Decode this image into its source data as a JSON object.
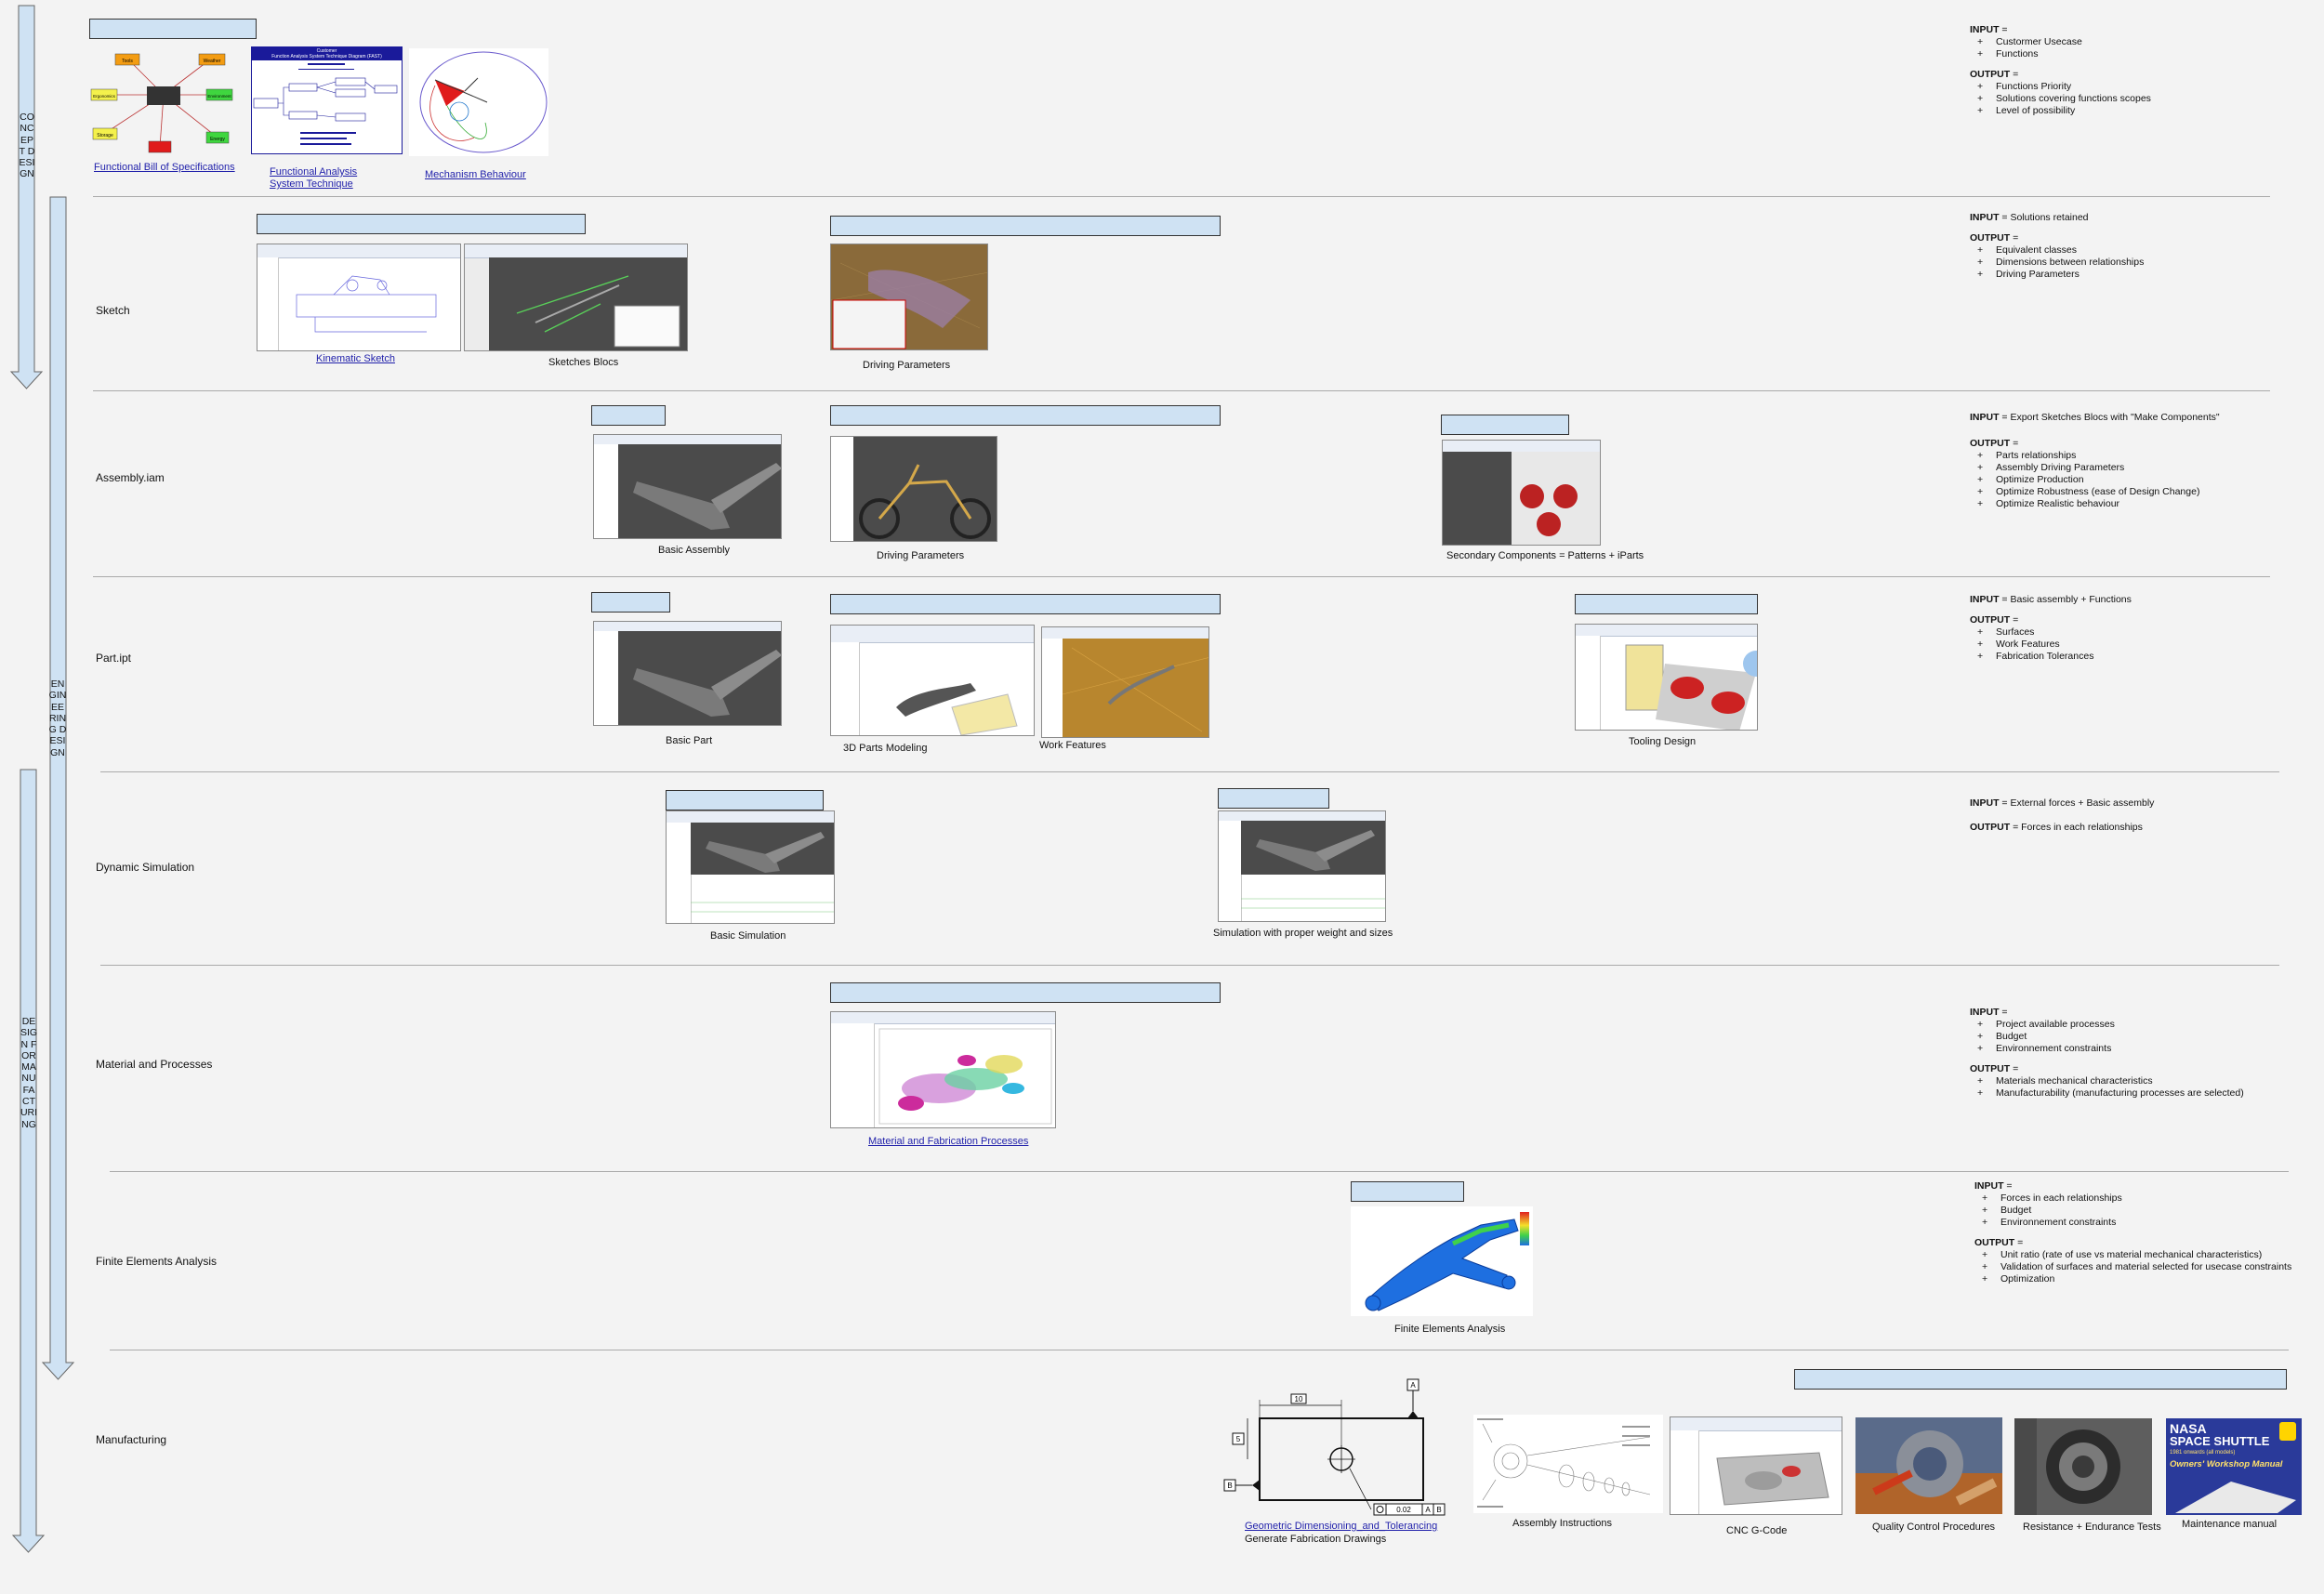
{
  "phases": {
    "concept": "Concept Design",
    "engineering": "Engineering Design",
    "manufacturing": "Design for Manufacturing"
  },
  "rows": {
    "sketch": "Sketch",
    "assembly": "Assembly.iam",
    "part": "Part.ipt",
    "dynamic": "Dynamic Simulation",
    "material": "Material and Processes",
    "fea": "Finite Elements Analysis",
    "manufacturing": "Manufacturing"
  },
  "captions": {
    "fbs": "Functional Bill of Specifications",
    "fast1": "Functional Analysis",
    "fast2": "System Technique",
    "mechanism": "Mechanism Behaviour",
    "kinematic": "Kinematic Sketch",
    "sketches_blocs": "Sketches Blocs",
    "driving_params_sketch": "Driving Parameters",
    "basic_assembly": "Basic Assembly",
    "driving_params_asm": "Driving Parameters",
    "secondary": "Secondary Components =  Patterns + iParts",
    "basic_part": "Basic Part",
    "parts_modeling": "3D Parts Modeling",
    "work_features": "Work Features",
    "tooling": "Tooling Design",
    "basic_sim": "Basic Simulation",
    "proper_sim": "Simulation with proper weight and sizes",
    "material_fab": "Material and Fabrication Processes",
    "fea": "Finite Elements Analysis",
    "gdt": "Geometric Dimensioning_and_Tolerancing",
    "gen_drawings": "Generate Fabrication Drawings",
    "assembly_instr": "Assembly Instructions",
    "cnc": "CNC G-Code",
    "qc": "Quality Control Procedures",
    "resistance": "Resistance + Endurance  Tests",
    "maintenance": "Maintenance manual"
  },
  "io": {
    "concept": {
      "input_label": "INPUT",
      "input_items": [
        "Custormer Usecase",
        "Functions"
      ],
      "output_label": "OUTPUT",
      "output_items": [
        "Functions Priority",
        "Solutions covering functions scopes",
        "Level of possibility"
      ]
    },
    "sketch": {
      "input_label": "INPUT",
      "input_text": " = Solutions retained",
      "output_label": "OUTPUT",
      "output_items": [
        "Equivalent classes",
        "Dimensions between relationships",
        "Driving Parameters"
      ]
    },
    "assembly": {
      "input_label": "INPUT",
      "input_text": " = Export Sketches Blocs with \"Make Components\"",
      "output_label": "OUTPUT",
      "output_items": [
        "Parts relationships",
        "Assembly Driving Parameters",
        "Optimize Production",
        "Optimize  Robustness (ease of Design Change)",
        "Optimize Realistic behaviour"
      ]
    },
    "part": {
      "input_label": "INPUT",
      "input_text": " = Basic assembly + Functions",
      "output_label": "OUTPUT",
      "output_items": [
        "Surfaces",
        "Work Features",
        "Fabrication Tolerances"
      ]
    },
    "dynamic": {
      "input_label": "INPUT",
      "input_text": " = External forces + Basic assembly",
      "output_label": "OUTPUT",
      "output_text": " = Forces in each relationships"
    },
    "material": {
      "input_label": "INPUT",
      "input_items": [
        "Project available processes",
        "Budget",
        "Environnement constraints"
      ],
      "output_label": "OUTPUT",
      "output_items": [
        "Materials mechanical characteristics",
        "Manufacturability (manufacturing processes are selected)"
      ]
    },
    "fea": {
      "input_label": "INPUT",
      "input_items": [
        "Forces in each relationships",
        "Budget",
        "Environnement constraints"
      ],
      "output_label": "OUTPUT",
      "output_items": [
        "Unit ratio (rate of use vs material mechanical characteristics)",
        "Validation of surfaces and material selected for usecase constraints",
        "Optimization"
      ]
    }
  },
  "fbs_nodes": [
    "Tools",
    "Weather",
    "Ergonomics",
    "Environment",
    "Storage",
    "Energy"
  ],
  "fast_title": [
    "Customer",
    "Function Analysis System Technique Diagram (FAST)"
  ],
  "gdt": {
    "dim_top": "10",
    "dim_side": "5",
    "datum_a": "A",
    "datum_b": "B",
    "tol": "0.02",
    "ref_a": "A",
    "ref_b": "B"
  },
  "manual": {
    "title1": "NASA",
    "title2": "SPACE SHUTTLE",
    "sub": "1981 onwards (all models)",
    "banner": "Owners' Workshop Manual"
  },
  "colors": {
    "header_fill": "#cfe2f3",
    "link": "#1f1faa",
    "arrow_fill": "#cfe2f3",
    "background": "#f3f3f3"
  }
}
